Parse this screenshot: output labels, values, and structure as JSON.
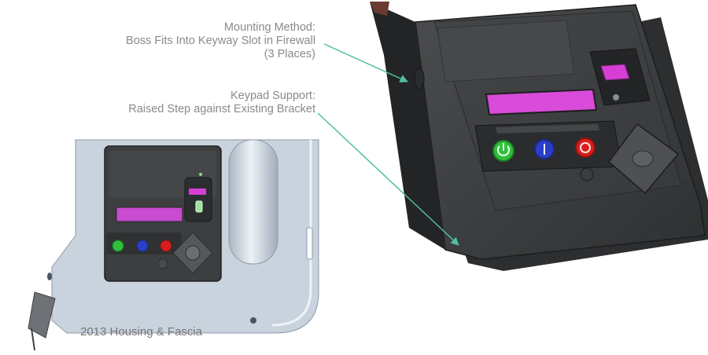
{
  "callouts": {
    "mounting": {
      "line1": "Mounting Method:",
      "line2": "Boss Fits Into Keyway Slot in Firewall",
      "line3": "(3 Places)"
    },
    "keypad_support": {
      "line1": "Keypad Support:",
      "line2": "Raised Step against Existing Bracket"
    }
  },
  "caption": "2013 Housing & Fascia",
  "colors": {
    "leader_line": "#4fbf9c",
    "housing_panel": "#c9d3de",
    "device_body": "#3f4143",
    "display_magenta": "#d63fd6",
    "button_green": "#2fbf3b",
    "button_blue": "#2a3fc8",
    "button_red": "#d81e1e"
  },
  "icons": {
    "power": "power-icon",
    "info": "info-icon",
    "stop": "stop-icon",
    "arrow": "arrow-head-icon"
  }
}
